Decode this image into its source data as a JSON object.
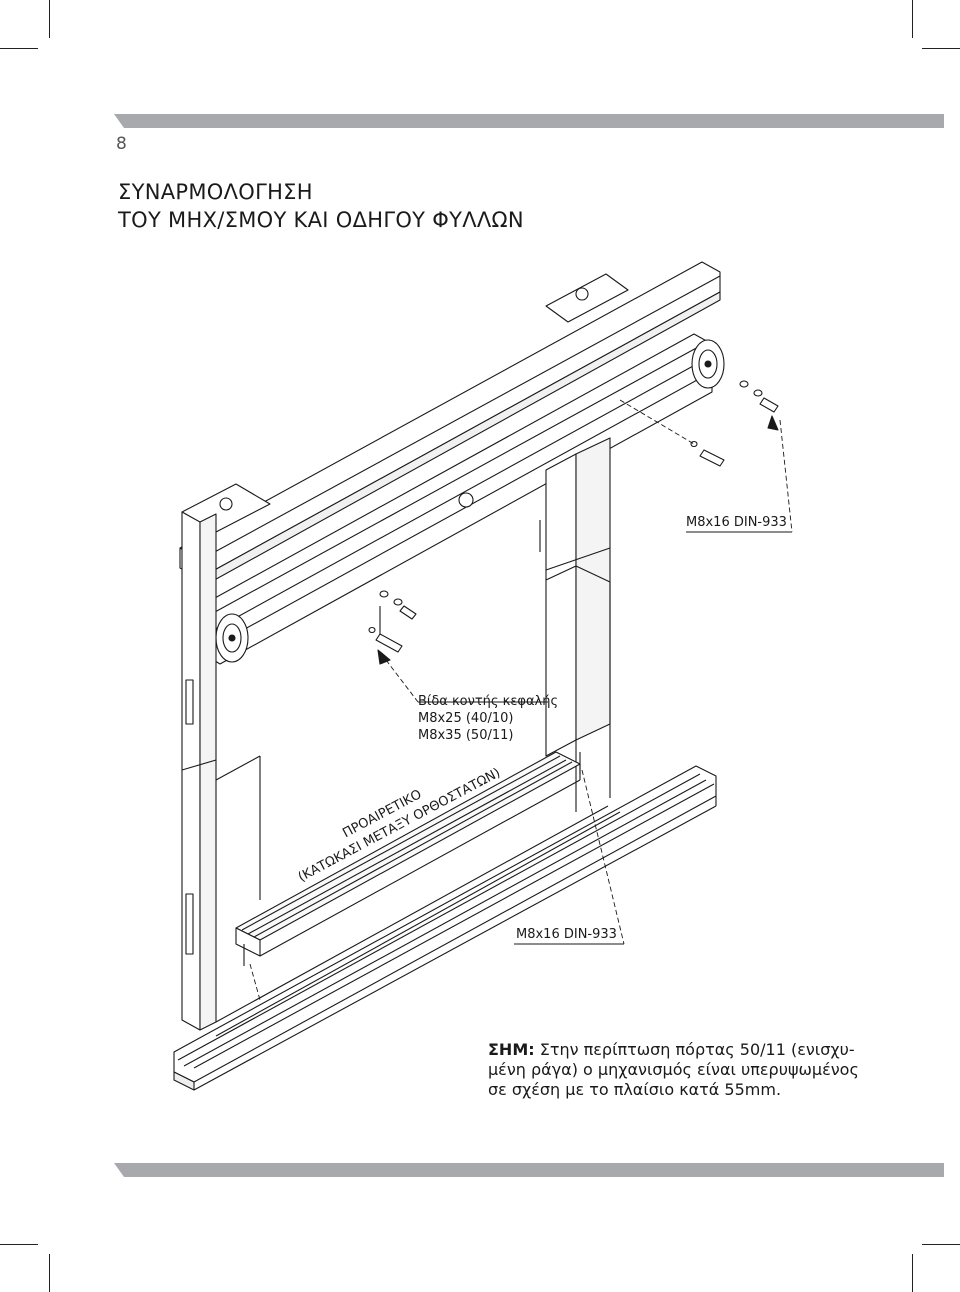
{
  "page": {
    "number": "8",
    "title_line1": "ΣΥΝΑΡΜΟΛΟΓΗΣΗ",
    "title_line2": "ΤΟΥ ΜΗΧ/ΣΜΟΥ ΚΑΙ ΟΔΗΓΟΥ ΦΥΛΛΩΝ"
  },
  "callouts": {
    "top_screw": "M8x16 DIN-933",
    "bottom_screw": "M8x16 DIN-933",
    "short_head_title": "Βίδα κοντής κεφαλής",
    "short_head_line1": "M8x25 (40/10)",
    "short_head_line2": "M8x35 (50/11)",
    "optional_line1": "ΠΡΟΑΙΡΕΤΙΚΟ",
    "optional_line2": "(ΚΑΤΩΚΑΣΙ ΜΕΤΑΞΥ ΟΡΘΟΣΤΑΤΩΝ)"
  },
  "note": {
    "label": "ΣΗΜ:",
    "line1": "Στην περίπτωση πόρτας 50/11 (ενισχυ-",
    "line2": "μένη ράγα) ο μηχανισμός είναι υπερυψωμένος",
    "line3": "σε σχέση με το πλαίσιο κατά 55mm."
  },
  "colors": {
    "accent_bar": "#a7a9ac",
    "line": "#1a1a1a",
    "background": "#ffffff"
  }
}
